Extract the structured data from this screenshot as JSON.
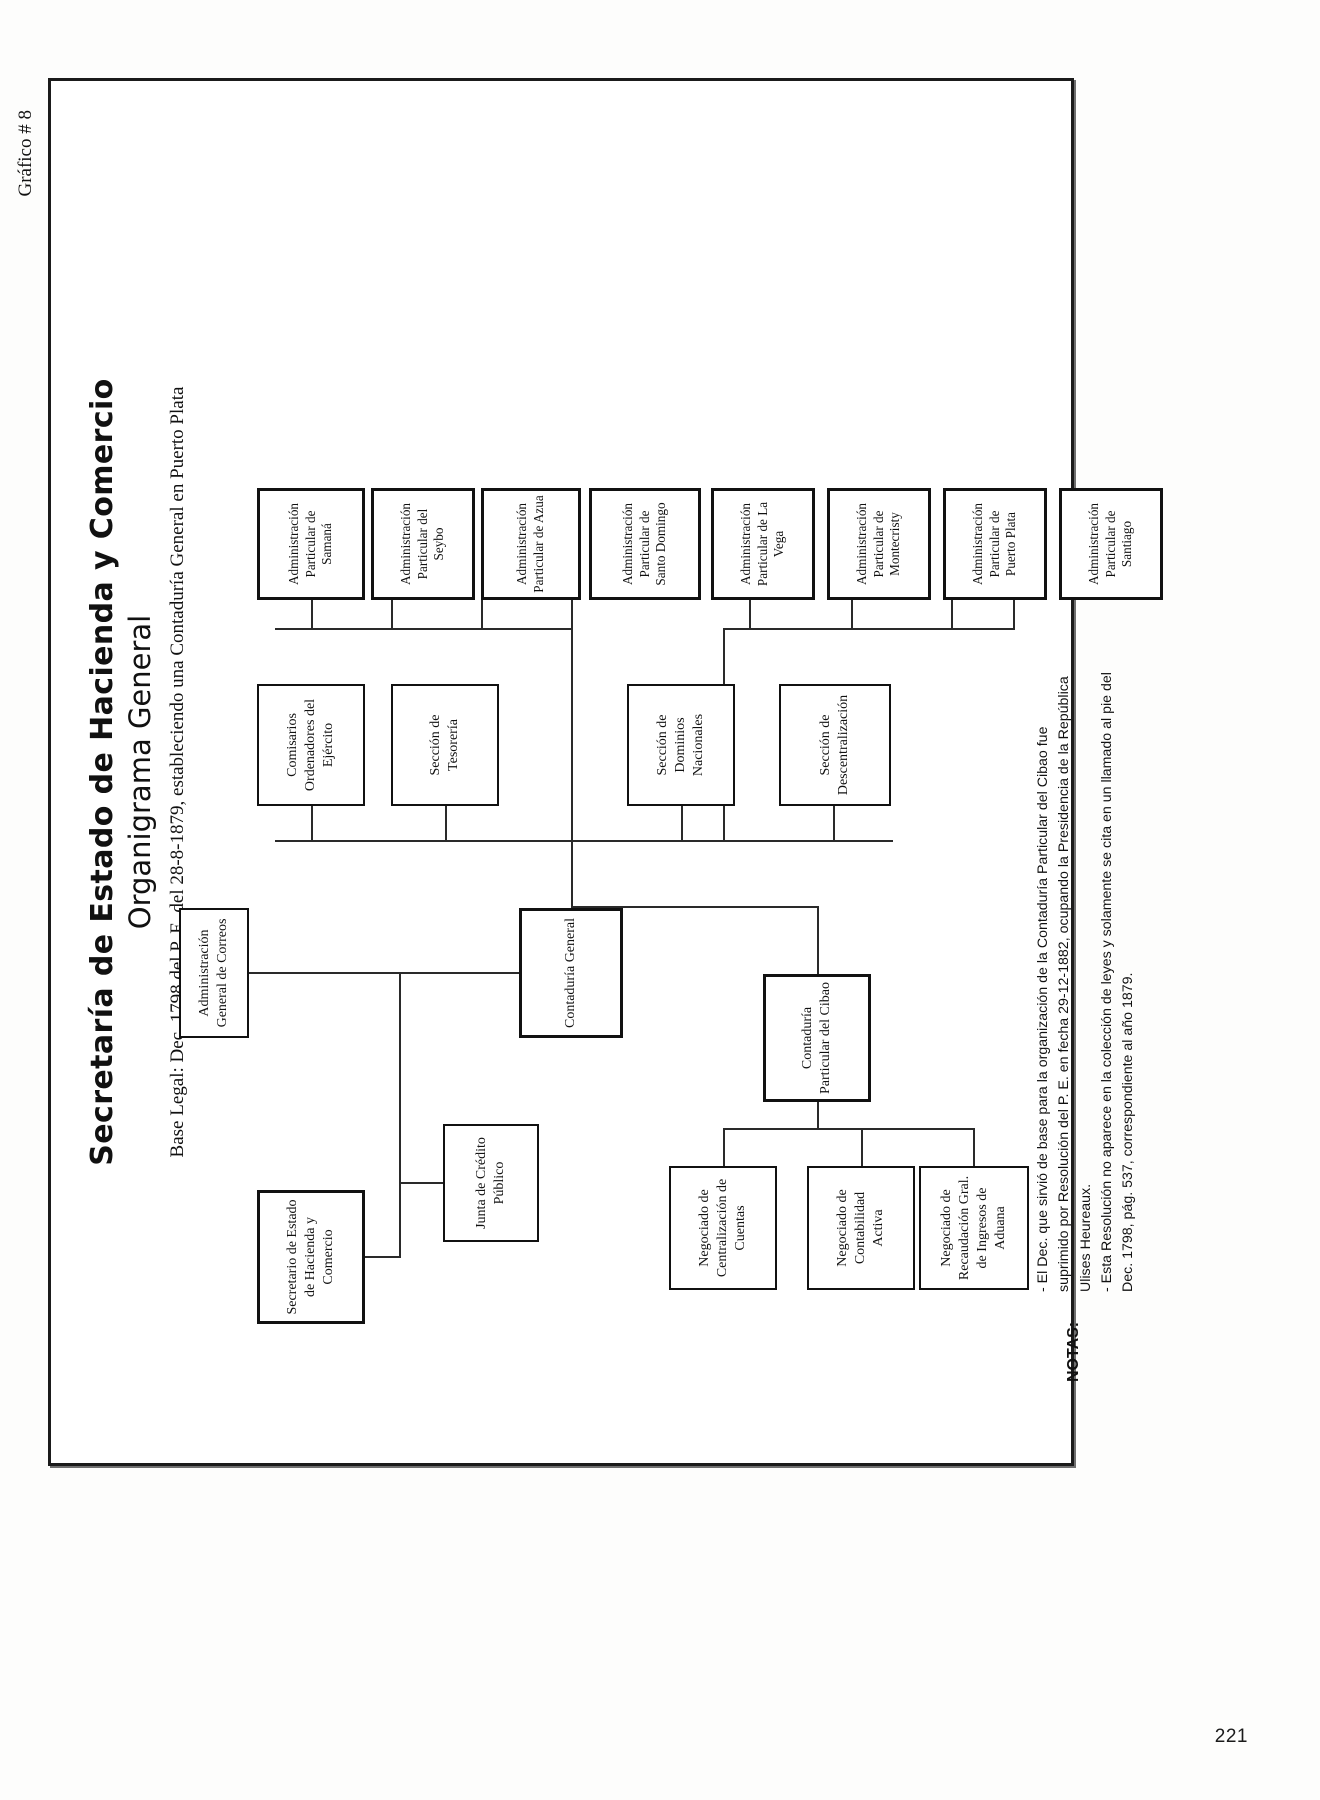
{
  "document": {
    "figure_label": "Gráfico # 8",
    "page_number": "221"
  },
  "chart": {
    "title_line1": "Secretaría de Estado de Hacienda y Comercio",
    "title_line2": "Organigrama General",
    "base_legal": "Base Legal: Dec. 1798 del P. E. del 28-8-1879, estableciendo una Contaduría General en Puerto Plata"
  },
  "nodes": {
    "root": "Secretario de Estado de Hacienda y Comercio",
    "correos": "Administración General de Correos",
    "junta": "Junta de Crédito Público",
    "contaduria_general": "Contaduría General",
    "comisarios": "Comisarios Ordenadores del Ejército",
    "seccion_tesoreria": "Sección de Tesorería",
    "seccion_dominios": "Sección de Dominios Nacionales",
    "seccion_descentralizacion": "Sección de Descentralización",
    "contaduria_cibao": "Contaduría Particular del Cibao",
    "negociado_centralizacion": "Negociado de Centralización de Cuentas",
    "negociado_contabilidad": "Negociado de Contabilidad Activa",
    "negociado_aduana": "Negociado de Recaudación Gral. de Ingresos de Aduana",
    "adm_samana": "Administración Particular de Samaná",
    "adm_seybo": "Administración Particular del Seybo",
    "adm_azua": "Administración Particular de Azua",
    "adm_santo_domingo": "Administración Particular de Santo Domingo",
    "adm_la_vega": "Administración Particular de La Vega",
    "adm_montecristy": "Administración Particular de Montecristy",
    "adm_puerto_plata": "Administración Particular de Puerto Plata",
    "adm_santiago": "Administración Particular de Santiago"
  },
  "notes": {
    "heading": "NOTAS:",
    "items": [
      "- El Dec. que sirvió de base para la organización de la Contaduría Particular del Cibao fue suprimido por Resolución del P. E. en fecha 29-12-1882, ocupando la Presidencia de la República Ulises Heureaux.",
      "- Esta Resolución no aparece en la colección de leyes y solamente se cita en un llamado al pie del Dec. 1798, pág. 537, correspondiente al año 1879."
    ]
  }
}
